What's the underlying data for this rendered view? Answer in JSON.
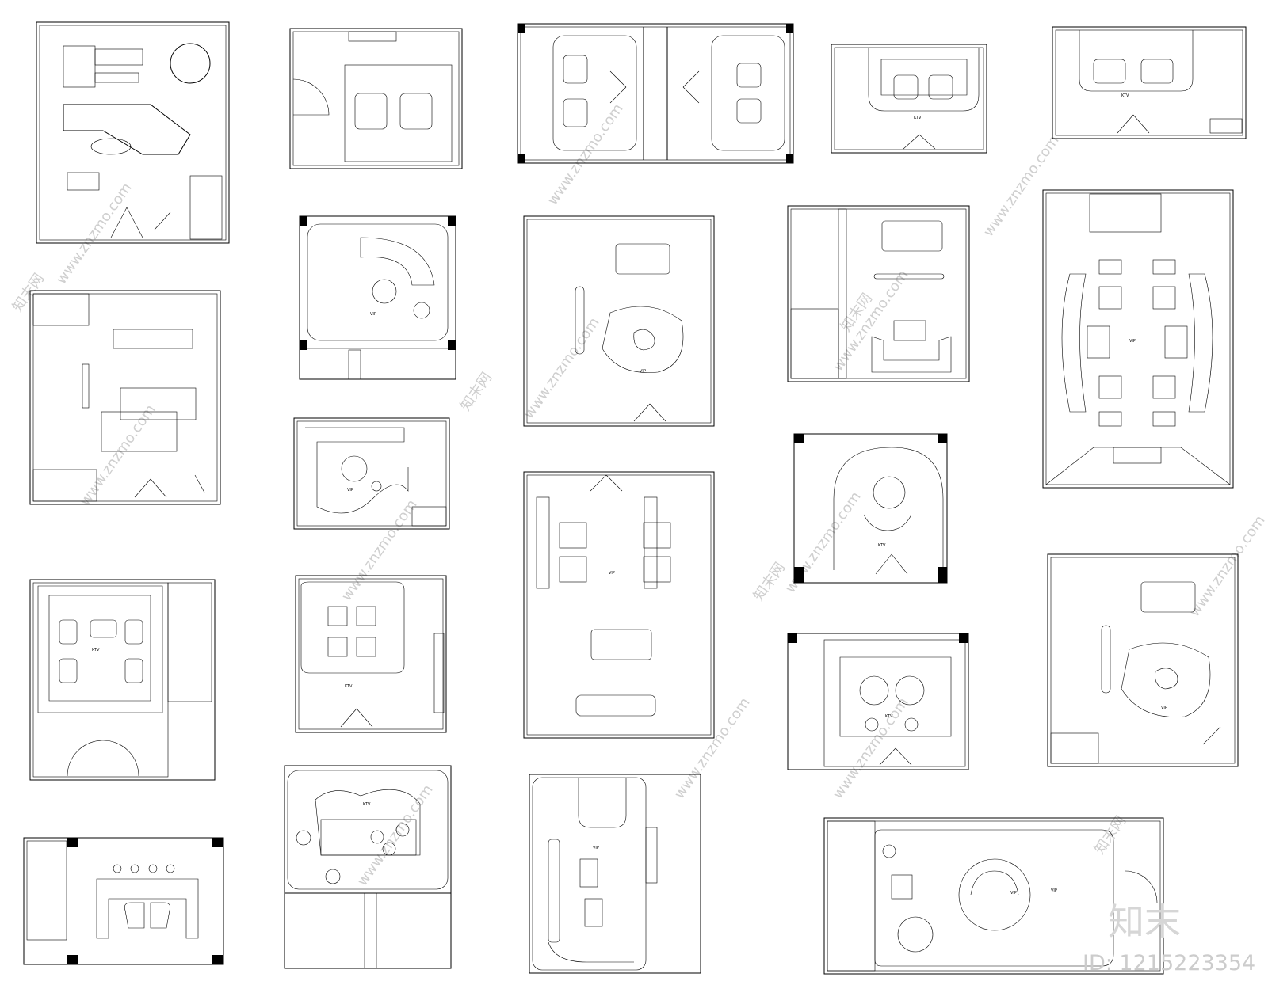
{
  "colors": {
    "line": "#000000",
    "background": "#ffffff",
    "watermark": "#cfcfcf"
  },
  "watermark": {
    "text": "www.znzmo.com",
    "brand": "知末网"
  },
  "logo": {
    "text": "知末"
  },
  "image_id": {
    "text": "ID: 1215223354"
  },
  "plans": [
    {
      "id": "p1",
      "label": ""
    },
    {
      "id": "p2",
      "label": ""
    },
    {
      "id": "p3",
      "label": ""
    },
    {
      "id": "p4",
      "label": "KTV"
    },
    {
      "id": "p5",
      "label": "KTV"
    },
    {
      "id": "p6",
      "label": "VIP"
    },
    {
      "id": "p7",
      "label": "VIP"
    },
    {
      "id": "p8",
      "label": ""
    },
    {
      "id": "p9",
      "label": "VIP"
    },
    {
      "id": "p10",
      "label": ""
    },
    {
      "id": "p11",
      "label": "VIP"
    },
    {
      "id": "p12",
      "label": "VIP"
    },
    {
      "id": "p13",
      "label": "KTV"
    },
    {
      "id": "p14",
      "label": "KTV"
    },
    {
      "id": "p15",
      "label": "KTV"
    },
    {
      "id": "p16",
      "label": "VIP"
    },
    {
      "id": "p17",
      "label": "KTV"
    },
    {
      "id": "p18",
      "label": ""
    },
    {
      "id": "p19",
      "label": "KTV"
    },
    {
      "id": "p20",
      "label": "VIP"
    },
    {
      "id": "p21",
      "label": "VIP"
    },
    {
      "id": "p22",
      "label": "VIP"
    }
  ]
}
